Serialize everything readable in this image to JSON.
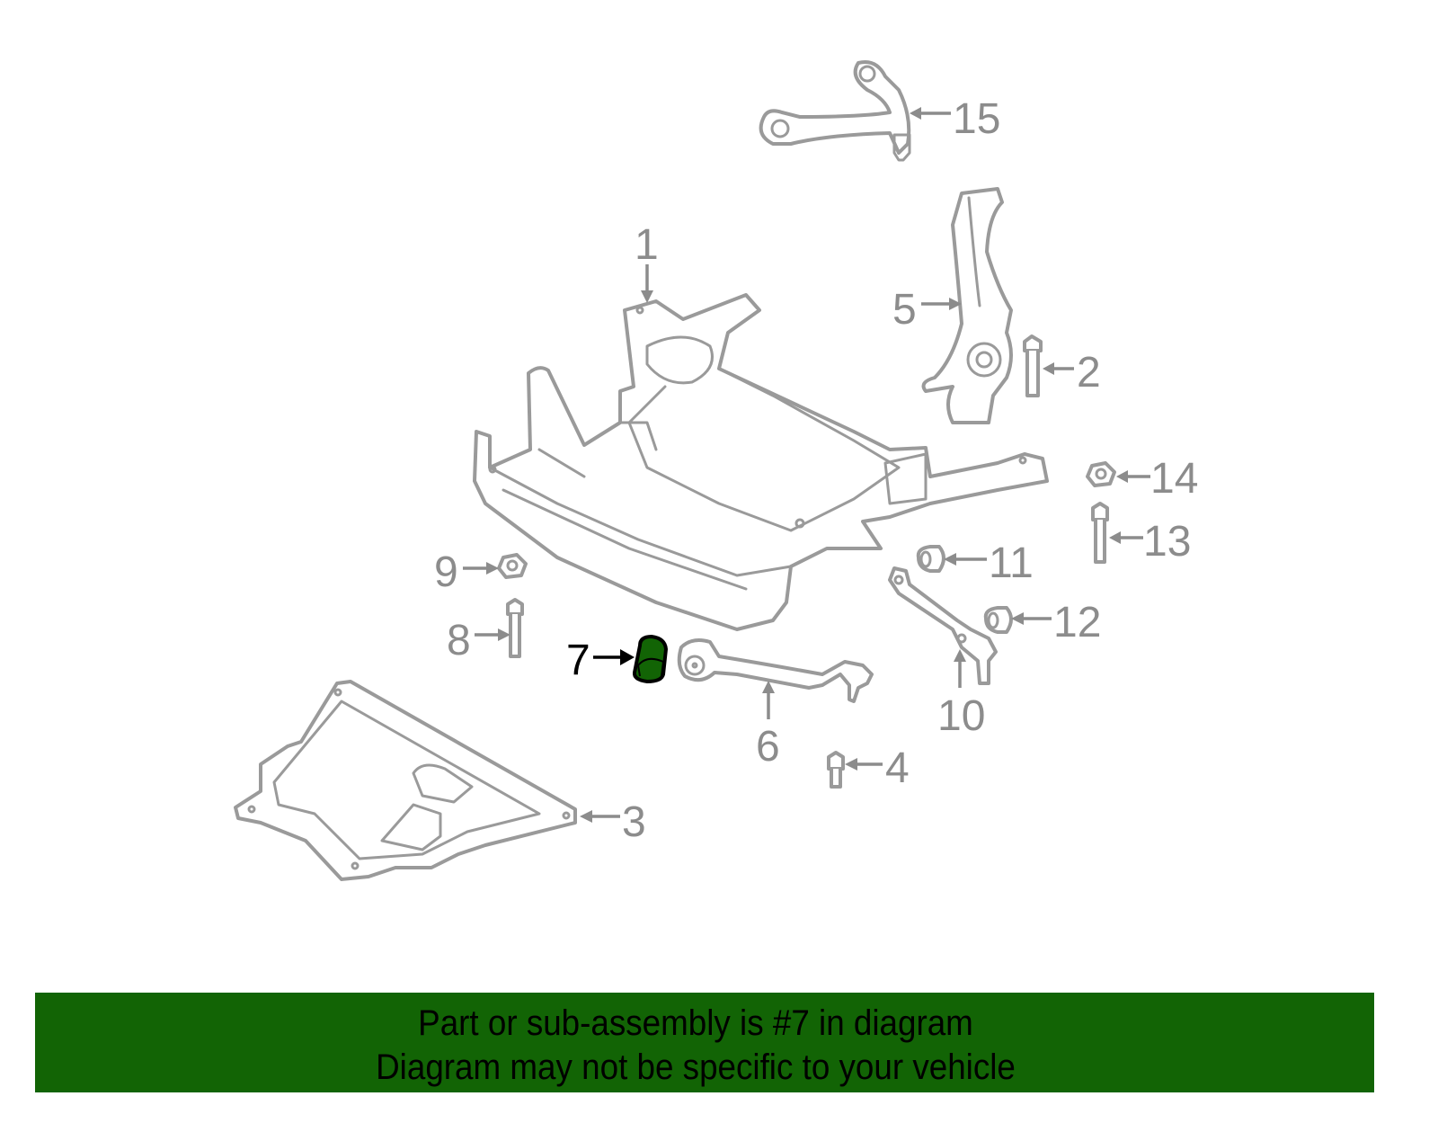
{
  "diagram": {
    "highlighted_part": "7",
    "highlight_color": "#126405",
    "callouts": [
      "1",
      "2",
      "3",
      "4",
      "5",
      "6",
      "7",
      "8",
      "9",
      "10",
      "11",
      "12",
      "13",
      "14",
      "15"
    ]
  },
  "banner": {
    "line1": "Part or sub-assembly is #7 in diagram",
    "line2": "Diagram may not be specific to your vehicle",
    "color": "#126405"
  }
}
